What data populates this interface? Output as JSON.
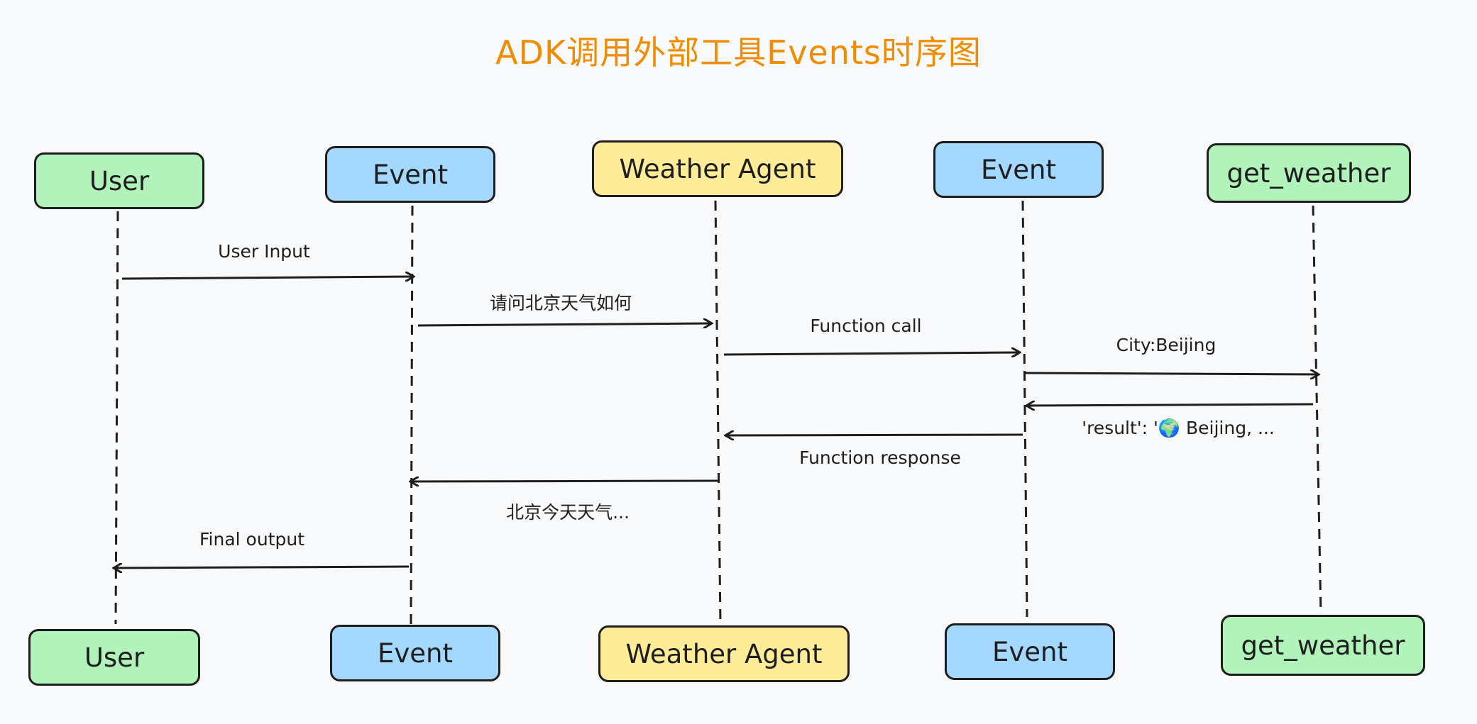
{
  "title": "ADK调用外部工具Events时序图",
  "participants": {
    "user": "User",
    "event1": "Event",
    "agent": "Weather Agent",
    "event2": "Event",
    "tool": "get_weather"
  },
  "messages": {
    "user_input": "User Input",
    "question": "请问北京天气如何",
    "function_call": "Function call",
    "city": "City:Beijing",
    "result": "'result': '🌍 Beijing, ...",
    "function_response": "Function response",
    "answer": "北京今天天气...",
    "final_output": "Final output"
  },
  "colors": {
    "title": "#f08c00",
    "user_tool_fill": "#b2f2bb",
    "event_fill": "#a5d8ff",
    "agent_fill": "#ffec99",
    "stroke": "#1e1e1e"
  }
}
